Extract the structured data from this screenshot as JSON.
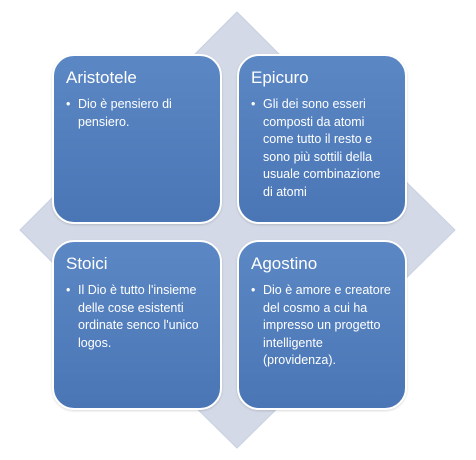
{
  "diagram": {
    "colors": {
      "box_fill": "#4f7cbc",
      "box_border": "#ffffff",
      "arrow_fill": "#d3d9e6",
      "text": "#ffffff"
    },
    "quadrants": [
      {
        "title": "Aristotele",
        "items": [
          "Dio è pensiero di pensiero."
        ]
      },
      {
        "title": "Epicuro",
        "items": [
          "Gli dei sono esseri composti da atomi come tutto il resto e sono più sottili della usuale combinazione di atomi"
        ]
      },
      {
        "title": "Stoici",
        "items": [
          "Il Dio è tutto l'insieme delle cose esistenti ordinate senco l'unico logos."
        ]
      },
      {
        "title": "Agostino",
        "items": [
          "Dio è amore e creatore del cosmo a cui ha impresso un progetto intelligente (providenza)."
        ]
      }
    ]
  }
}
